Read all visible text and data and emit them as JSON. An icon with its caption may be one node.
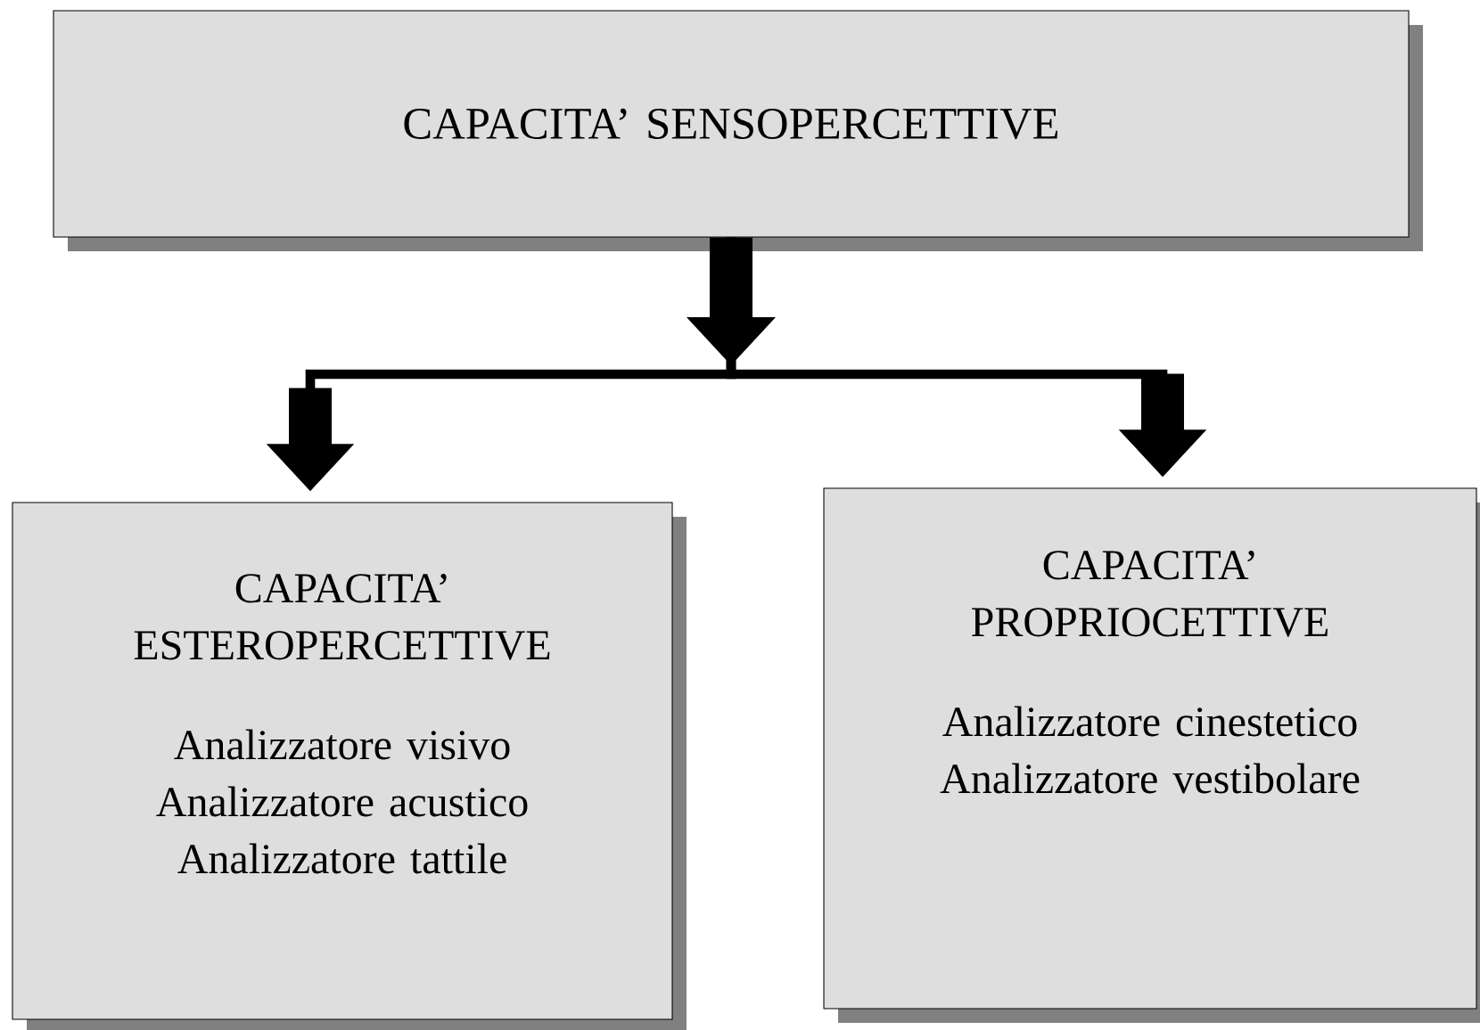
{
  "diagram": {
    "nodes": [
      {
        "text": [
          "CAPACITA’ SENSOPERCETTIVE"
        ]
      },
      {
        "text": [
          "CAPACITA’ ESTEROPERCETTIVE",
          "Analizzatore visivo",
          "Analizzatore acustico",
          "Analizzatore tattile"
        ]
      },
      {
        "text": [
          "CAPACITA’ PROPRIOCETTIVE",
          "Analizzatore cinestetico",
          "Analizzatore vestibolare"
        ]
      }
    ],
    "edges": [
      {
        "from": 0,
        "to": 1,
        "arrow": "to"
      },
      {
        "from": 0,
        "to": 2,
        "arrow": "to"
      }
    ]
  }
}
